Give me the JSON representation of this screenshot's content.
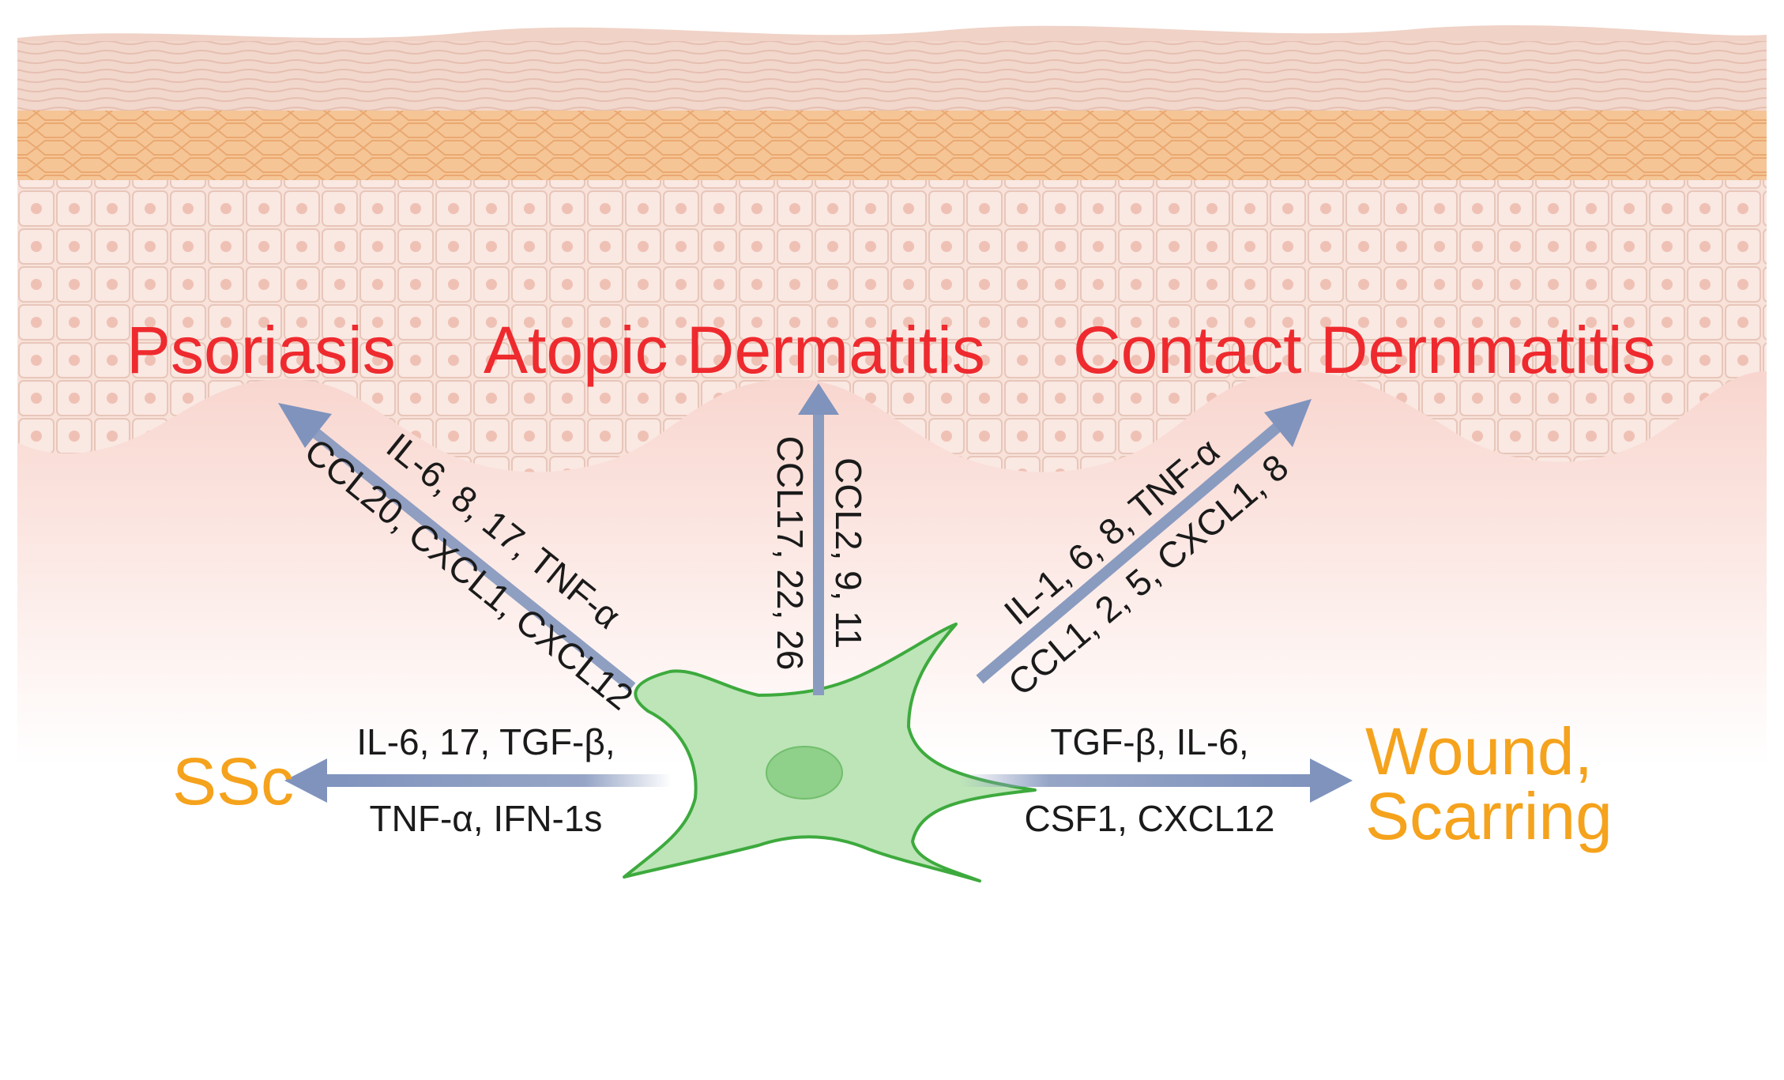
{
  "diseases": {
    "psoriasis": "Psoriasis",
    "atopic": "Atopic Dermatitis",
    "contact": "Contact Dernmatitis",
    "ssc": "SSc",
    "wound_line1": "Wound,",
    "wound_line2": "Scarring"
  },
  "cytokines": {
    "psoriasis_line1": "IL-6, 8, 17, TNF-α",
    "psoriasis_line2": "CCL20, CXCL1, CXCL12",
    "atopic_line1": "CCL2, 9, 11",
    "atopic_line2": "CCL17, 22, 26",
    "contact_line1": "IL-1, 6, 8, TNF-α",
    "contact_line2": "CCL1, 2, 5, CXCL1, 8",
    "ssc_line1": "IL-6, 17, TGF-β,",
    "ssc_line2": "TNF-α, IFN-1s",
    "wound_line1": "TGF-β,  IL-6,",
    "wound_line2": "CSF1, CXCL12"
  },
  "colors": {
    "disease_red": "#ee2a2e",
    "disease_orange": "#f5a21c",
    "arrow": "#8a9bc0",
    "cell_fill": "#bde5b8",
    "cell_stroke": "#3daa3d",
    "skin_stratum": "#f3c79c",
    "skin_epidermis": "#f7ddd5",
    "skin_dermis": "#f6cfc8"
  }
}
